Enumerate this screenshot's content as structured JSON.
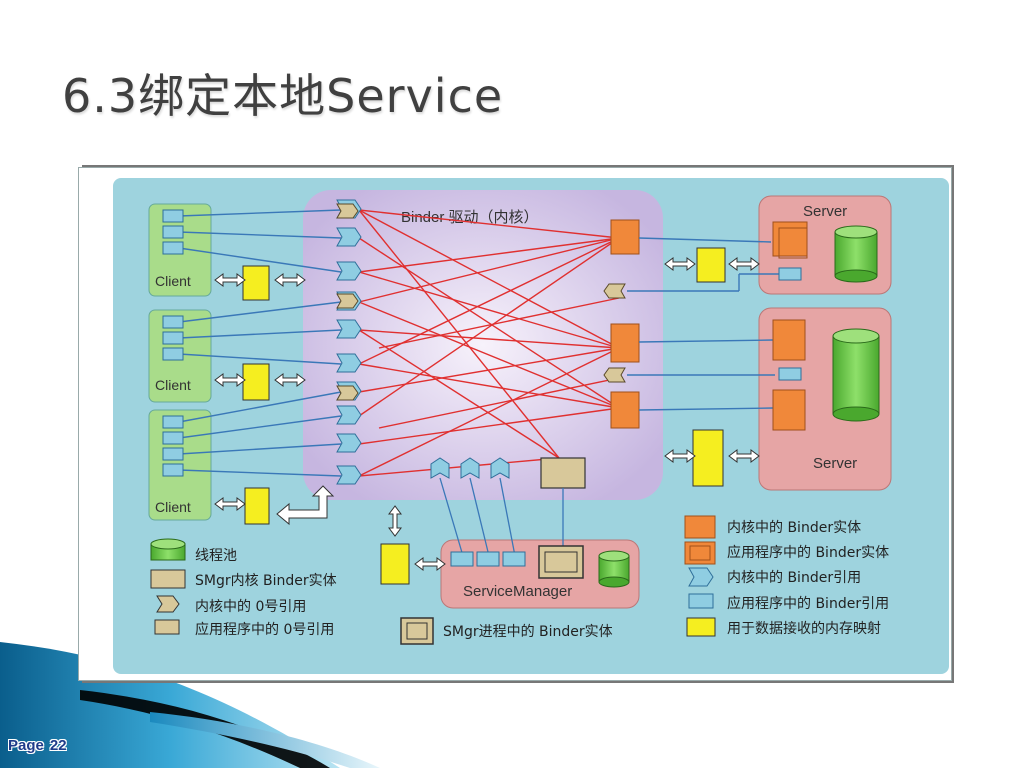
{
  "slide": {
    "title": "6.3绑定本地Service",
    "page_label": "Page",
    "page_number": "22"
  },
  "diagram": {
    "driver_label": "Binder 驱动（内核）",
    "client_label": "Client",
    "server_label": "Server",
    "service_manager_label": "ServiceManager",
    "colors": {
      "background": "#9ed3de",
      "kernel_panel": "#d4c8e8",
      "client_box": "#a9dc8a",
      "server_box": "#e6a5a5",
      "entity_orange": "#f0883a",
      "memory_yellow": "#f5ee20",
      "reference_blue": "#8fcde2",
      "thread_pool_green": "#6cc44a",
      "smgr_entity": "#d8c89a",
      "link_red": "#e03030",
      "link_blue": "#3a78b8"
    },
    "legend_left": [
      {
        "icon": "thread-pool-icon",
        "text": "线程池"
      },
      {
        "icon": "smgr-kernel-entity-icon",
        "text": "SMgr内核 Binder实体"
      },
      {
        "icon": "kernel-zero-reference-icon",
        "text": "内核中的 0号引用"
      },
      {
        "icon": "app-zero-reference-icon",
        "text": "应用程序中的 0号引用"
      }
    ],
    "legend_middle": [
      {
        "icon": "smgr-process-entity-icon",
        "text": "SMgr进程中的 Binder实体"
      }
    ],
    "legend_right": [
      {
        "icon": "kernel-binder-entity-icon",
        "text": "内核中的 Binder实体"
      },
      {
        "icon": "app-binder-entity-icon",
        "text": "应用程序中的 Binder实体"
      },
      {
        "icon": "kernel-binder-reference-icon",
        "text": "内核中的 Binder引用"
      },
      {
        "icon": "app-binder-reference-icon",
        "text": "应用程序中的 Binder引用"
      },
      {
        "icon": "memory-mapping-icon",
        "text": "用于数据接收的内存映射"
      }
    ]
  }
}
